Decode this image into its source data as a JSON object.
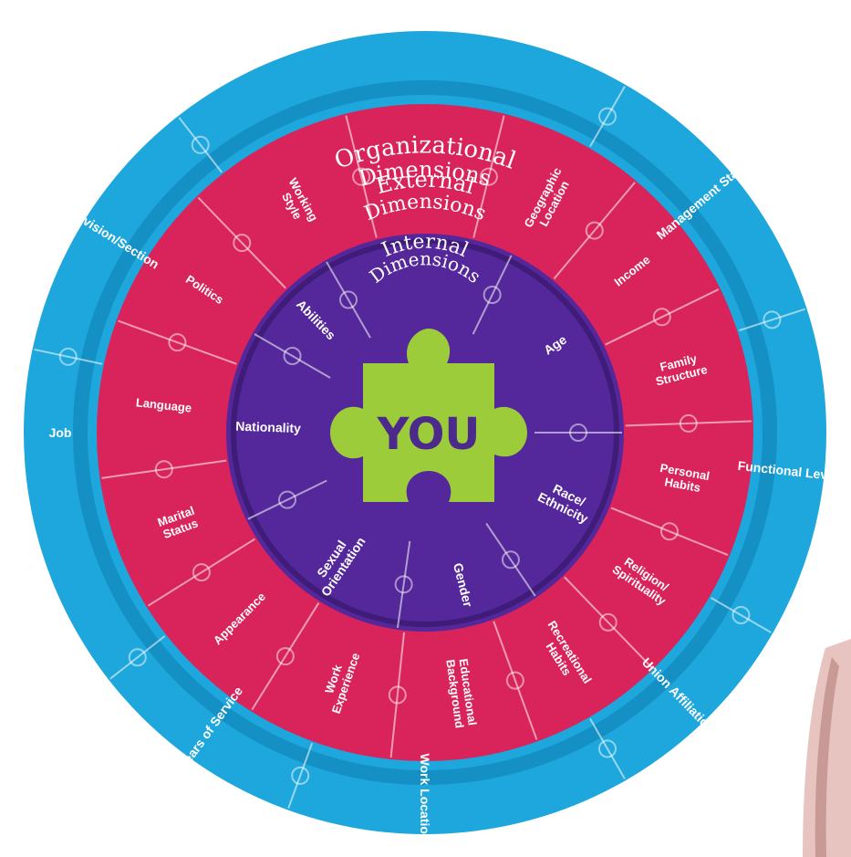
{
  "colors": {
    "outer_ring": "#1ea7dc",
    "outer_ring_dark": "#1590c4",
    "middle_ring": "#d8245a",
    "inner_ring": "#54279a",
    "inner_ring_dark": "#3e1c78",
    "center_piece": "#9ccc3a",
    "divider": "#ffffff"
  },
  "center": {
    "label": "YOU"
  },
  "rings": {
    "organizational": {
      "title": [
        "Organizational",
        "Dimensions"
      ],
      "segments": [
        {
          "label": [
            "Management Status"
          ]
        },
        {
          "label": [
            "Functional Level"
          ]
        },
        {
          "label": [
            "Union Affiliation"
          ]
        },
        {
          "label": [
            "Work Location"
          ]
        },
        {
          "label": [
            "Years of Service"
          ]
        },
        {
          "label": [
            "Job"
          ]
        },
        {
          "label": [
            "Division/Section"
          ]
        }
      ]
    },
    "external": {
      "title": [
        "External",
        "Dimensions"
      ],
      "segments": [
        {
          "label": [
            "Geographic",
            "Location"
          ]
        },
        {
          "label": [
            "Income"
          ]
        },
        {
          "label": [
            "Family",
            "Structure"
          ]
        },
        {
          "label": [
            "Personal",
            "Habits"
          ]
        },
        {
          "label": [
            "Religion/",
            "Spirituality"
          ]
        },
        {
          "label": [
            "Recreational",
            "Habits"
          ]
        },
        {
          "label": [
            "Educational",
            "Background"
          ]
        },
        {
          "label": [
            "Work",
            "Experience"
          ]
        },
        {
          "label": [
            "Appearance"
          ]
        },
        {
          "label": [
            "Marital",
            "Status"
          ]
        },
        {
          "label": [
            "Language"
          ]
        },
        {
          "label": [
            "Politics"
          ]
        },
        {
          "label": [
            "Working",
            "Style"
          ]
        }
      ]
    },
    "internal": {
      "title": [
        "Internal",
        "Dimensions"
      ],
      "segments": [
        {
          "label": [
            "Age"
          ]
        },
        {
          "label": [
            "Race/",
            "Ethnicity"
          ]
        },
        {
          "label": [
            "Gender"
          ]
        },
        {
          "label": [
            "Sexual",
            "Orientation"
          ]
        },
        {
          "label": [
            "Nationality"
          ]
        },
        {
          "label": [
            "Abilities"
          ]
        }
      ]
    }
  }
}
